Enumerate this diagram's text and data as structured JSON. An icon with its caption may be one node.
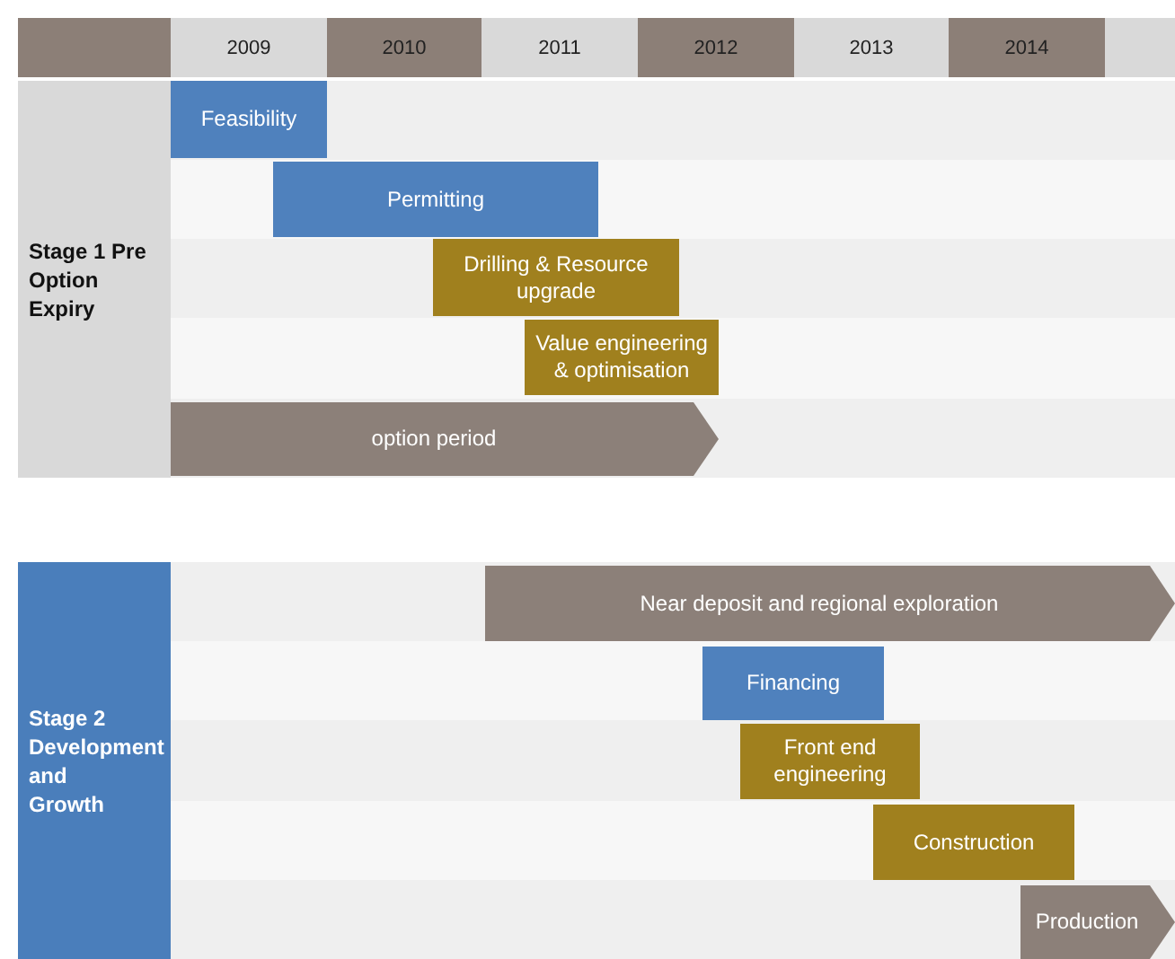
{
  "diagram": {
    "nodes": [
      {
        "text": [
          "Stage 1 Pre Option Expiry"
        ]
      },
      {
        "text": [
          "Feasibility"
        ]
      },
      {
        "text": [
          "Permitting"
        ]
      },
      {
        "text": [
          "Drilling & Resource upgrade"
        ]
      },
      {
        "text": [
          "Value engineering & optimisation"
        ]
      },
      {
        "text": [
          "option period"
        ]
      },
      {
        "text": [
          "Stage 2 Development and Growth"
        ]
      },
      {
        "text": [
          "Near deposit and regional exploration"
        ]
      },
      {
        "text": [
          "Financing"
        ]
      },
      {
        "text": [
          "Front end engineering"
        ]
      },
      {
        "text": [
          "Construction"
        ]
      },
      {
        "text": [
          "Production"
        ]
      }
    ],
    "edges": [],
    "labels": [
      "2009",
      "2010",
      "2011",
      "2012",
      "2013",
      "2014"
    ]
  }
}
